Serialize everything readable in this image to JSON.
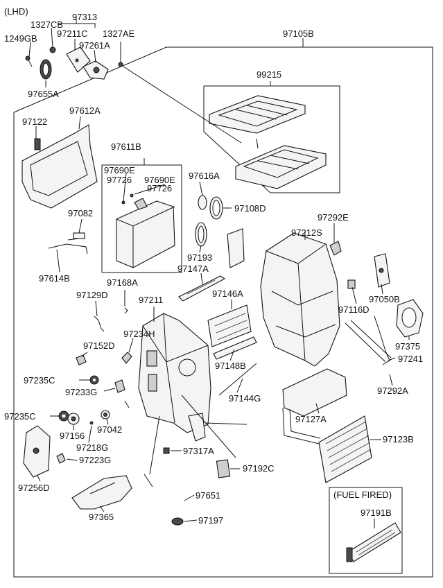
{
  "header": {
    "variant": "(LHD)"
  },
  "inset": {
    "title": "(FUEL FIRED)",
    "part": "97191B"
  },
  "labels": {
    "p1327CB": "1327CB",
    "p97313": "97313",
    "p97211C": "97211C",
    "p1249GB": "1249GB",
    "p97261A": "97261A",
    "p1327AE": "1327AE",
    "p97105B": "97105B",
    "p97655A": "97655A",
    "p99215": "99215",
    "p97122": "97122",
    "p97612A": "97612A",
    "p97611B": "97611B",
    "p97690E_a": "97690E",
    "p97726_a": "97726",
    "p97690E_b": "97690E",
    "p97726_b": "97726",
    "p97616A": "97616A",
    "p97108D": "97108D",
    "p97082": "97082",
    "p97292E": "97292E",
    "p97212S": "97212S",
    "p97614B": "97614B",
    "p97193": "97193",
    "p97147A": "97147A",
    "p97168A": "97168A",
    "p97129D": "97129D",
    "p97211": "97211",
    "p97146A": "97146A",
    "p97050B": "97050B",
    "p97116D": "97116D",
    "p97234H": "97234H",
    "p97152D": "97152D",
    "p97375": "97375",
    "p97148B": "97148B",
    "p97241": "97241",
    "p97235C_a": "97235C",
    "p97233G": "97233G",
    "p97144G": "97144G",
    "p97292A": "97292A",
    "p97235C_b": "97235C",
    "p97127A": "97127A",
    "p97156": "97156",
    "p97042": "97042",
    "p97123B": "97123B",
    "p97218G": "97218G",
    "p97317A": "97317A",
    "p97223G": "97223G",
    "p97192C": "97192C",
    "p97256D": "97256D",
    "p97651": "97651",
    "p97365": "97365",
    "p97197": "97197"
  }
}
